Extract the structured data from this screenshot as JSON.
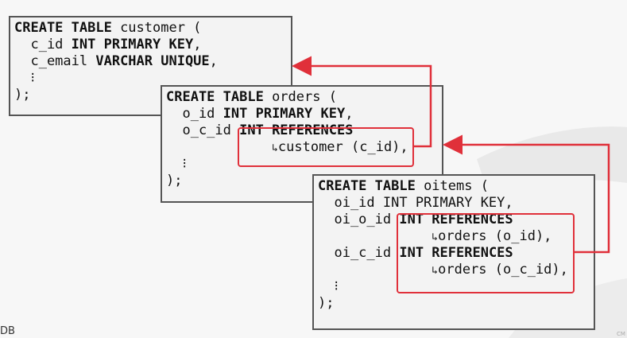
{
  "tables": {
    "customer": {
      "create": "CREATE TABLE",
      "name": " customer (",
      "line1_col": "  c_id ",
      "line1_type": "INT PRIMARY KEY",
      "line1_end": ",",
      "line2_col": "  c_email ",
      "line2_type": "VARCHAR UNIQUE",
      "line2_end": ",",
      "ellipsis": "  ⁝",
      "close": ");"
    },
    "orders": {
      "create": "CREATE TABLE",
      "name": " orders (",
      "line1_col": "  o_id ",
      "line1_type": "INT PRIMARY KEY",
      "line1_end": ",",
      "line2_col": "  o_c_id ",
      "line2_type": "INT REFERENCES",
      "ref_glyph": "↳",
      "ref_target": "customer (c_id)",
      "ref_end": ",",
      "ellipsis": "  ⁝",
      "close": ");"
    },
    "oitems": {
      "create": "CREATE TABLE",
      "name": " oitems (",
      "line1": "  oi_id INT PRIMARY KEY,",
      "line2_col": "  oi_o_id ",
      "line2_type": "INT REFERENCES",
      "ref1_glyph": "↳",
      "ref1_target": "orders (o_id),",
      "line3_col": "  oi_c_id ",
      "line3_type": "INT REFERENCES",
      "ref2_glyph": "↳",
      "ref2_target": "orders (o_c_id),",
      "ellipsis": "  ⁝",
      "close": ");"
    }
  },
  "footer": {
    "left": "DB",
    "right": "CM"
  },
  "colors": {
    "arrow": "#e0303a",
    "card_border": "#555555",
    "card_bg": "#f3f3f3"
  }
}
